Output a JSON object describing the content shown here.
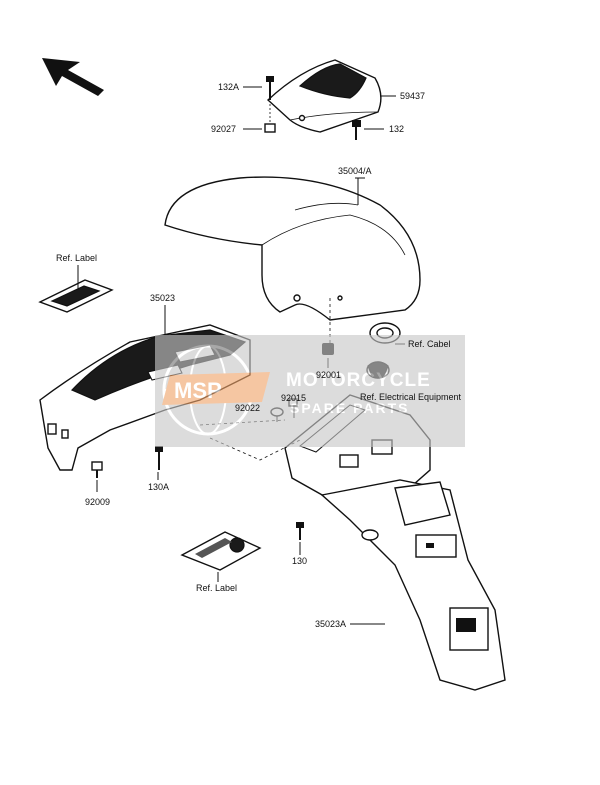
{
  "labels": {
    "p132A": "132A",
    "p59437": "59437",
    "p92027": "92027",
    "p132": "132",
    "p35004A": "35004/A",
    "refLabelTop": "Ref. Label",
    "p35023": "35023",
    "refCabel": "Ref. Cabel",
    "p92001": "92001",
    "refElectrical": "Ref. Electrical Equipment",
    "p92015": "92015",
    "p92022": "92022",
    "p130A": "130A",
    "p92009": "92009",
    "p130": "130",
    "refLabelBottom": "Ref. Label",
    "p35023A": "35023A"
  },
  "watermark": {
    "logo": "MSP",
    "line1": "MOTORCYCLE",
    "line2": "SPARE PARTS"
  },
  "colors": {
    "watermark_bg": "#c8c8c8",
    "watermark_accent": "#f0a46a"
  }
}
